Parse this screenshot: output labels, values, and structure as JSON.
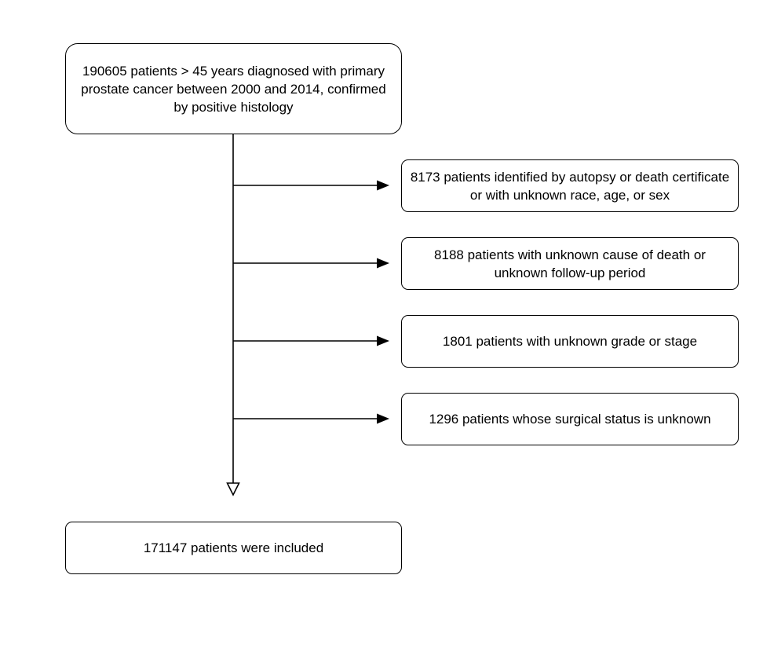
{
  "flowchart": {
    "start": {
      "text": "190605 patients > 45 years diagnosed with primary prostate cancer between 2000 and 2014, confirmed by positive histology"
    },
    "exclusions": [
      {
        "text": "8173 patients identified by autopsy or death certificate or with unknown race, age, or sex"
      },
      {
        "text": "8188 patients with unknown cause of death or unknown follow-up period"
      },
      {
        "text": "1801 patients with unknown grade or stage"
      },
      {
        "text": "1296 patients whose surgical status is unknown"
      }
    ],
    "final": {
      "text": "171147 patients were included"
    }
  }
}
